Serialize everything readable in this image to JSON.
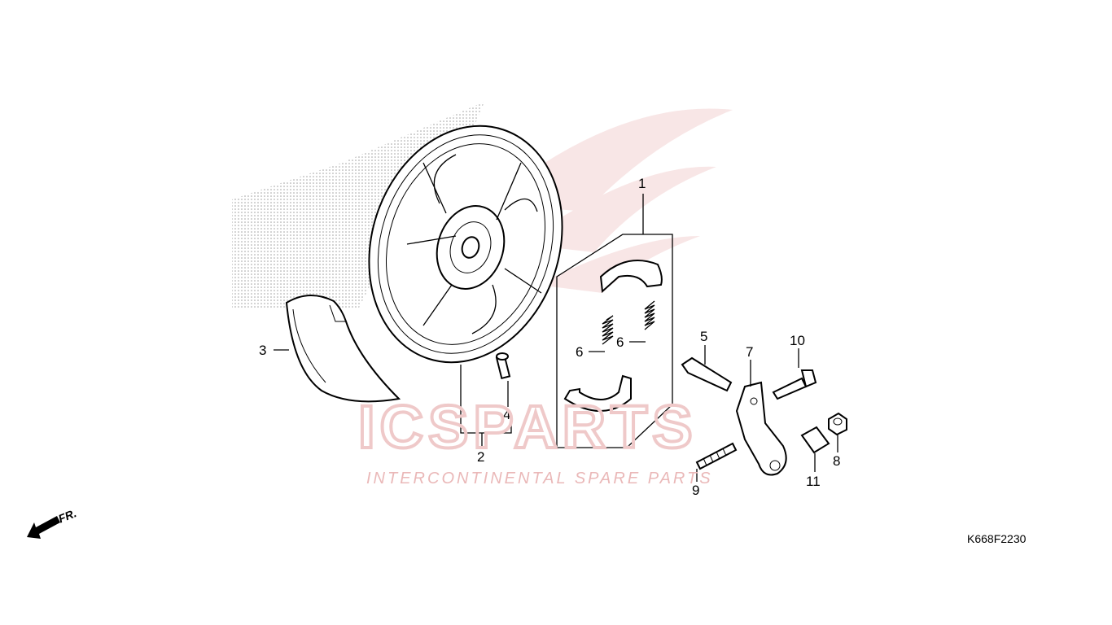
{
  "watermark": {
    "brand": "ICSPARTS",
    "tagline": "INTERCONTINENTAL SPARE PARTS",
    "wing_color": "#f3d3d3",
    "text_color": "#eab8b8"
  },
  "diagram_code": "K668F2230",
  "front_indicator": {
    "label": "FR.",
    "icon": "front-arrow-icon"
  },
  "callouts": [
    {
      "id": "1",
      "label": "1"
    },
    {
      "id": "2",
      "label": "2"
    },
    {
      "id": "3",
      "label": "3"
    },
    {
      "id": "4",
      "label": "4"
    },
    {
      "id": "5",
      "label": "5"
    },
    {
      "id": "6a",
      "label": "6"
    },
    {
      "id": "6b",
      "label": "6"
    },
    {
      "id": "7",
      "label": "7"
    },
    {
      "id": "8",
      "label": "8"
    },
    {
      "id": "9",
      "label": "9"
    },
    {
      "id": "10",
      "label": "10"
    },
    {
      "id": "11",
      "label": "11"
    }
  ]
}
